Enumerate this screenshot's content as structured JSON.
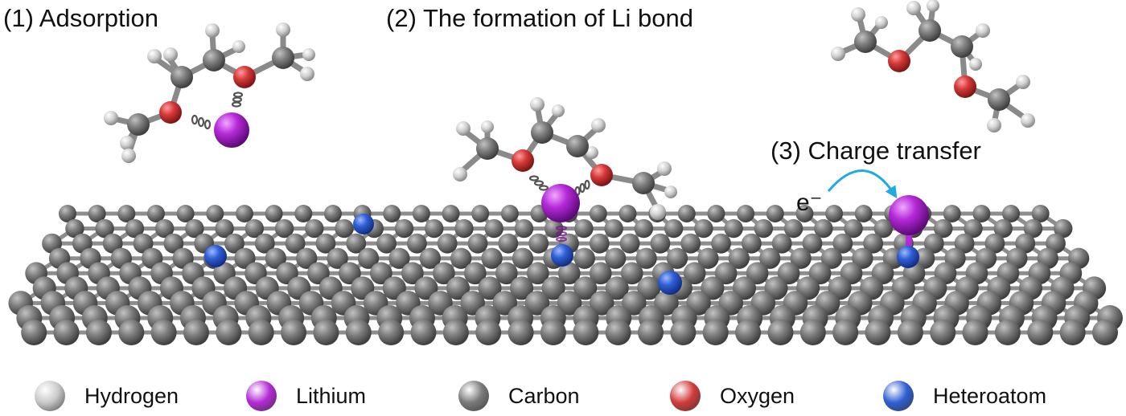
{
  "labels": {
    "step1": "(1) Adsorption",
    "step2": "(2) The formation of Li bond",
    "step3": "(3) Charge transfer",
    "electron": "e⁻"
  },
  "legend": [
    {
      "label": "Hydrogen",
      "color": "#c9c9c9"
    },
    {
      "label": "Lithium",
      "color": "#b42ad6"
    },
    {
      "label": "Carbon",
      "color": "#7a7a7a"
    },
    {
      "label": "Oxygen",
      "color": "#d23b3b"
    },
    {
      "label": "Heteroatom",
      "color": "#2f5fd4"
    }
  ],
  "colors": {
    "hydrogen": "#c9c9c9",
    "lithium": "#b42ad6",
    "carbon": "#7a7a7a",
    "oxygen": "#d23b3b",
    "heteroatom": "#2f5fd4",
    "arrow": "#1fa9e6"
  }
}
